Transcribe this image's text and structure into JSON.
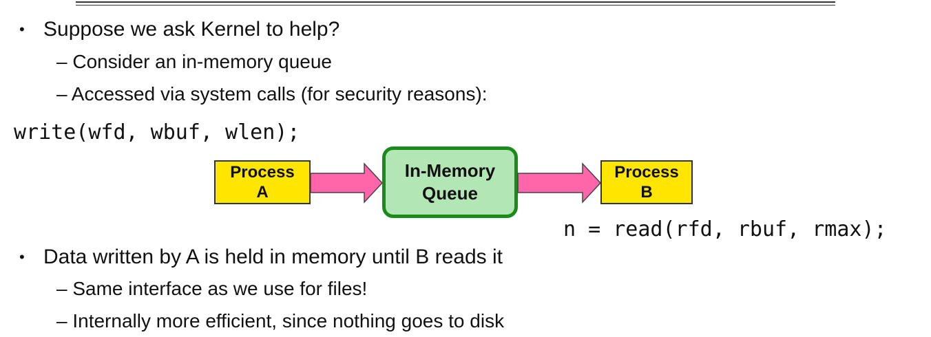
{
  "bullets": [
    {
      "marker": "•",
      "text": "Suppose we ask Kernel to help?",
      "subitems": [
        "– Consider an in-memory queue",
        "– Accessed via system calls (for security reasons):"
      ]
    },
    {
      "marker": "•",
      "text": "Data written by A is held in memory until B reads it",
      "subitems": [
        "– Same interface as we use for files!",
        "– Internally more efficient, since nothing goes to disk"
      ]
    }
  ],
  "code": {
    "write_call": "write(wfd, wbuf, wlen);",
    "read_call": "n = read(rfd, rbuf, rmax);"
  },
  "diagram": {
    "process_a": "Process\nA",
    "queue": "In-Memory\nQueue",
    "process_b": "Process\nB"
  },
  "colors": {
    "process_fill": "#ffe600",
    "queue_fill": "#b3e6b5",
    "queue_border": "#1a8a1a",
    "arrow_fill": "#ff66aa"
  }
}
